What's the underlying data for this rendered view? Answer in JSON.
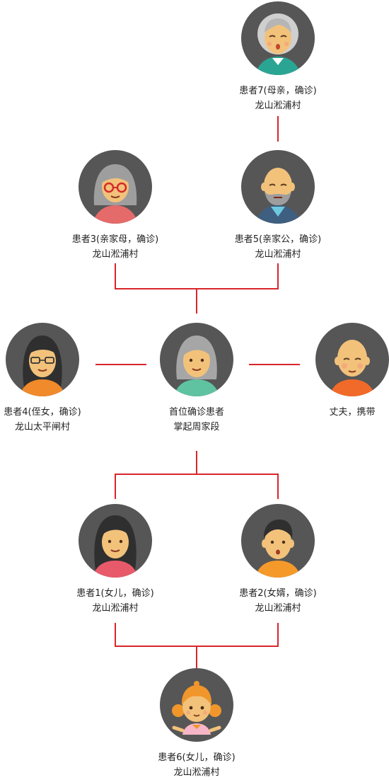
{
  "persons": {
    "p7": {
      "line1": "患者7(母亲，确诊)",
      "line2": "龙山淞浦村",
      "avatar": "elderly-woman-avatar-icon"
    },
    "p3": {
      "line1": "患者3(亲家母，确诊)",
      "line2": "龙山淞浦村",
      "avatar": "woman-with-red-glasses-avatar-icon"
    },
    "p5": {
      "line1": "患者5(亲家公，确诊)",
      "line2": "龙山淞浦村",
      "avatar": "bald-bearded-man-avatar-icon"
    },
    "p4": {
      "line1": "患者4(侄女，确诊)",
      "line2": "龙山太平闸村",
      "avatar": "woman-with-glasses-avatar-icon"
    },
    "first": {
      "line1": "首位确诊患者",
      "line2": "掌起周家段",
      "avatar": "gray-haired-woman-avatar-icon"
    },
    "husband": {
      "line1": "丈夫，携带",
      "line2": "",
      "avatar": "bald-man-avatar-icon"
    },
    "p1": {
      "line1": "患者1(女儿，确诊)",
      "line2": "龙山淞浦村",
      "avatar": "long-hair-woman-avatar-icon"
    },
    "p2": {
      "line1": "患者2(女婿，确诊)",
      "line2": "龙山淞浦村",
      "avatar": "man-avatar-icon"
    },
    "p6": {
      "line1": "患者6(女儿，确诊)",
      "line2": "龙山淞浦村",
      "avatar": "little-girl-avatar-icon"
    }
  },
  "colors": {
    "connector": "#d9262b",
    "avatar_bg": "#565656",
    "skin": "#f2c27b"
  }
}
